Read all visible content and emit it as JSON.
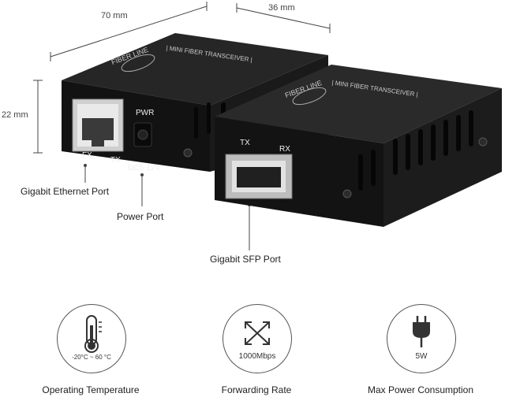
{
  "dimensions": {
    "length": "70 mm",
    "width": "36 mm",
    "height": "22 mm"
  },
  "device": {
    "brand_text": "FIBER LINE",
    "product_text": "| MINI FIBER TRANSCEIVER |",
    "left_unit": {
      "pwr_label": "PWR",
      "fx_label": "FX",
      "tx_label": "TX",
      "power_label": "DC5-12V"
    },
    "right_unit": {
      "tx_label": "TX",
      "rx_label": "RX"
    }
  },
  "callouts": {
    "ethernet_port": "Gigabit Ethernet Port",
    "power_port": "Power Port",
    "sfp_port": "Gigabit SFP Port"
  },
  "features": [
    {
      "icon": "thermometer-icon",
      "value": "-20°C ~ 60 °C",
      "title": "Operating Temperature"
    },
    {
      "icon": "cross-arrows-icon",
      "value": "1000Mbps",
      "title": "Forwarding Rate"
    },
    {
      "icon": "plug-icon",
      "value": "5W",
      "title": "Max Power Consumption"
    }
  ],
  "colors": {
    "device_body": "#1b1b1b",
    "device_face": "#0f0f0f",
    "line": "#333333"
  }
}
